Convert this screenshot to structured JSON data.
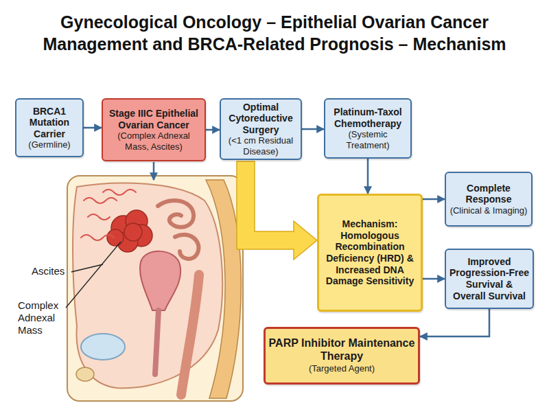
{
  "diagram": {
    "title": "Gynecological Oncology – Epithelial Ovarian Cancer Management and BRCA-Related Prognosis – Mechanism",
    "nodes": [
      {
        "text": [
          "BRCA1 Mutation Carrier",
          "(Germline)"
        ]
      },
      {
        "text": [
          "Stage IIIC Epithelial Ovarian Cancer",
          "(Complex Adnexal Mass, Ascites)"
        ]
      },
      {
        "text": [
          "Optimal Cytoreductive Surgery",
          "(<1 cm Residual Disease)"
        ]
      },
      {
        "text": [
          "Platinum-Taxol Chemotherapy",
          "(Systemic Treatment)"
        ]
      },
      {
        "text": [
          "Mechanism:",
          "Homologous Recombination Deficiency (HRD) & Increased DNA Damage Sensitivity"
        ]
      },
      {
        "text": [
          "Complete Response",
          "(Clinical & Imaging)"
        ]
      },
      {
        "text": [
          "Improved Progression-Free Survival & Overall Survival"
        ]
      },
      {
        "text": [
          "PARP Inhibitor Maintenance Therapy",
          "(Targeted Agent)"
        ]
      }
    ],
    "edges": [
      {
        "from": 0,
        "to": 1,
        "arrow": "to"
      },
      {
        "from": 1,
        "to": 2,
        "arrow": "to"
      },
      {
        "from": 2,
        "to": 3,
        "arrow": "to"
      },
      {
        "from": 3,
        "to": 4,
        "arrow": "to"
      },
      {
        "from": 2,
        "to": 4,
        "arrow": "to"
      },
      {
        "from": 4,
        "to": 5,
        "arrow": "to"
      },
      {
        "from": 4,
        "to": 6,
        "arrow": "to"
      },
      {
        "from": 6,
        "to": 7,
        "arrow": "to"
      }
    ],
    "labels": [
      "Ascites",
      "Complex Adnexal Mass"
    ]
  }
}
